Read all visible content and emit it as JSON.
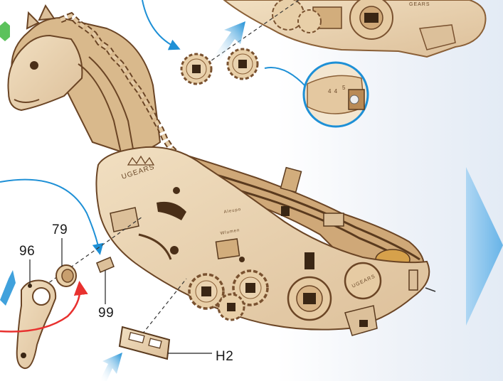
{
  "parts": {
    "p96": "96",
    "p79": "79",
    "p99": "99",
    "pH2": "H2"
  },
  "engravings": {
    "brand_main": "UGEARS",
    "brand_wheel": "UGEARS",
    "tiny_a": "Aleupo",
    "tiny_b": "Wlumen",
    "tiny_c": "4 4",
    "tiny_d": "5"
  },
  "colors": {
    "wood_light": "#ead3b0",
    "wood_mid": "#d9b98c",
    "wood_edge": "#8a5f36",
    "wood_dark": "#5a3a1e",
    "arrow_blue": "#1e90d6",
    "arrow_red": "#e8312f",
    "nav_arrow": "#6fb6e8",
    "green_badge": "#5cc25c"
  },
  "icons": {
    "next_page": "chevron-right-icon",
    "badge": "green-hex-icon"
  }
}
